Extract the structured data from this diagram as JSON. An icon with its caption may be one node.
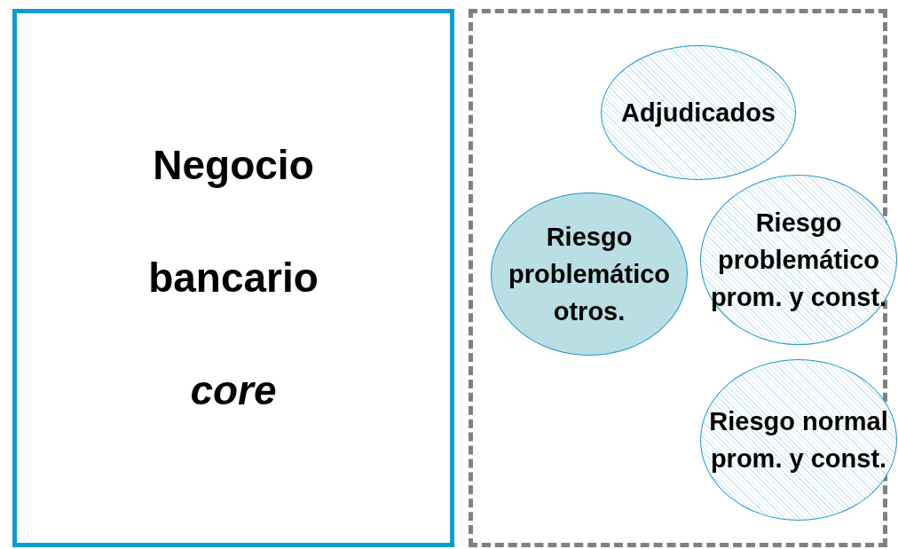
{
  "diagram": {
    "nodes": [
      {
        "text": [
          "Negocio bancario *core*"
        ]
      },
      {
        "text": [],
        "shape": "box"
      },
      {
        "text": [
          "Adjudicados"
        ],
        "in": 1
      },
      {
        "text": [
          "Riesgo problemático otros."
        ],
        "in": 1
      },
      {
        "text": [
          "Riesgo problemático prom. y const."
        ],
        "in": 1
      },
      {
        "text": [
          "Riesgo normal prom. y const."
        ],
        "in": 1
      }
    ]
  }
}
